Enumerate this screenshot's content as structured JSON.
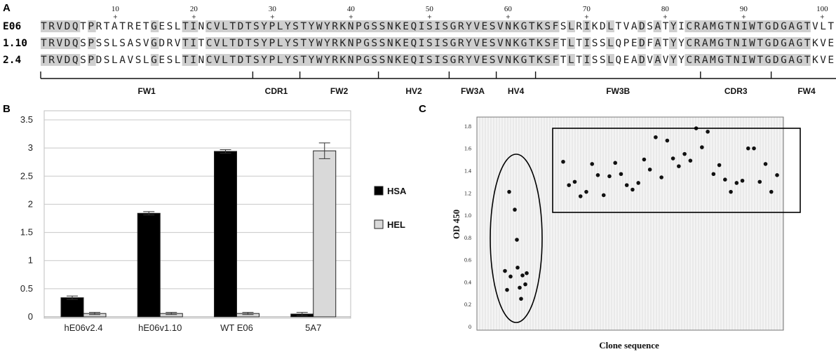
{
  "panels": {
    "a": "A",
    "b": "B",
    "c": "C"
  },
  "alignment": {
    "position_numbers": [
      "10",
      "20",
      "30",
      "40",
      "50",
      "60",
      "70",
      "80",
      "90",
      "100"
    ],
    "sequences": [
      {
        "name": "E06",
        "seq": "TRVDQTPRTATRETGESLTINCVLTDTSYPLYSTYWYRKNPGSSNKEQISISGRYVESVNKGTKSFSLRIKDLTVADSATYICRAMGTNIWTGDGAGTVLTVN"
      },
      {
        "name": "1.10",
        "seq": "TRVDQSPSSLSASVGDRVTITCVLTDTSYPLYSTYWYRKNPGSSNKEQISISGRYVESVNKGTKSFTLTISSLQPEDFATYYCRAMGTNIWTGDGAGTKVEIK"
      },
      {
        "name": "2.4",
        "seq": "TRVDQSPDSLAVSLGESLTINCVLTDTSYPLYSTYWYRKNPGSSNKEQISISGRYVESVNKGTKSFTLTISSLQEADVAVYYCRAMGTNIWTGDGAGTKVEIK"
      }
    ],
    "regions": [
      {
        "label": "FW1",
        "start": 1,
        "end": 27
      },
      {
        "label": "CDR1",
        "start": 28,
        "end": 33
      },
      {
        "label": "FW2",
        "start": 34,
        "end": 43
      },
      {
        "label": "HV2",
        "start": 44,
        "end": 52
      },
      {
        "label": "FW3A",
        "start": 53,
        "end": 58
      },
      {
        "label": "HV4",
        "start": 59,
        "end": 63
      },
      {
        "label": "FW3B",
        "start": 64,
        "end": 84
      },
      {
        "label": "CDR3",
        "start": 85,
        "end": 93
      },
      {
        "label": "FW4",
        "start": 94,
        "end": 102
      }
    ]
  },
  "chart_data": [
    {
      "type": "bar",
      "categories": [
        "hE06v2.4",
        "hE06v1.10",
        "WT E06",
        "5A7"
      ],
      "series": [
        {
          "name": "HSA",
          "values": [
            0.34,
            1.84,
            2.94,
            0.05
          ],
          "errors": [
            0.03,
            0.03,
            0.03,
            0.03
          ],
          "color": "#000000"
        },
        {
          "name": "HEL",
          "values": [
            0.06,
            0.06,
            0.06,
            2.95
          ],
          "errors": [
            0.02,
            0.02,
            0.02,
            0.14
          ],
          "color": "#d9d9d9"
        }
      ],
      "ylim": [
        0,
        3.5
      ],
      "yticks": [
        "0",
        "0.5",
        "1",
        "1.5",
        "2",
        "2.5",
        "3",
        "3.5"
      ],
      "legend_position": "right"
    },
    {
      "type": "scatter",
      "xlabel": "Clone sequence",
      "ylabel": "OD 450",
      "ylim": [
        0,
        1.9
      ],
      "yticks": [
        "0",
        "0.2",
        "0.4",
        "0.6",
        "0.8",
        "1.0",
        "1.2",
        "1.4",
        "1.6",
        "1.8"
      ],
      "grid": "vertical",
      "low_group": [
        1.21,
        1.05,
        0.78,
        0.5,
        0.45,
        0.53,
        0.48,
        0.46,
        0.33,
        0.35,
        0.38,
        0.25
      ],
      "high_group": [
        1.48,
        1.27,
        1.3,
        1.17,
        1.21,
        1.46,
        1.36,
        1.18,
        1.35,
        1.47,
        1.37,
        1.27,
        1.23,
        1.29,
        1.5,
        1.41,
        1.7,
        1.34,
        1.67,
        1.51,
        1.44,
        1.55,
        1.49,
        1.78,
        1.61,
        1.75,
        1.37,
        1.45,
        1.32,
        1.21,
        1.29,
        1.31,
        1.6,
        1.6,
        1.3,
        1.46,
        1.21,
        1.36
      ]
    }
  ]
}
